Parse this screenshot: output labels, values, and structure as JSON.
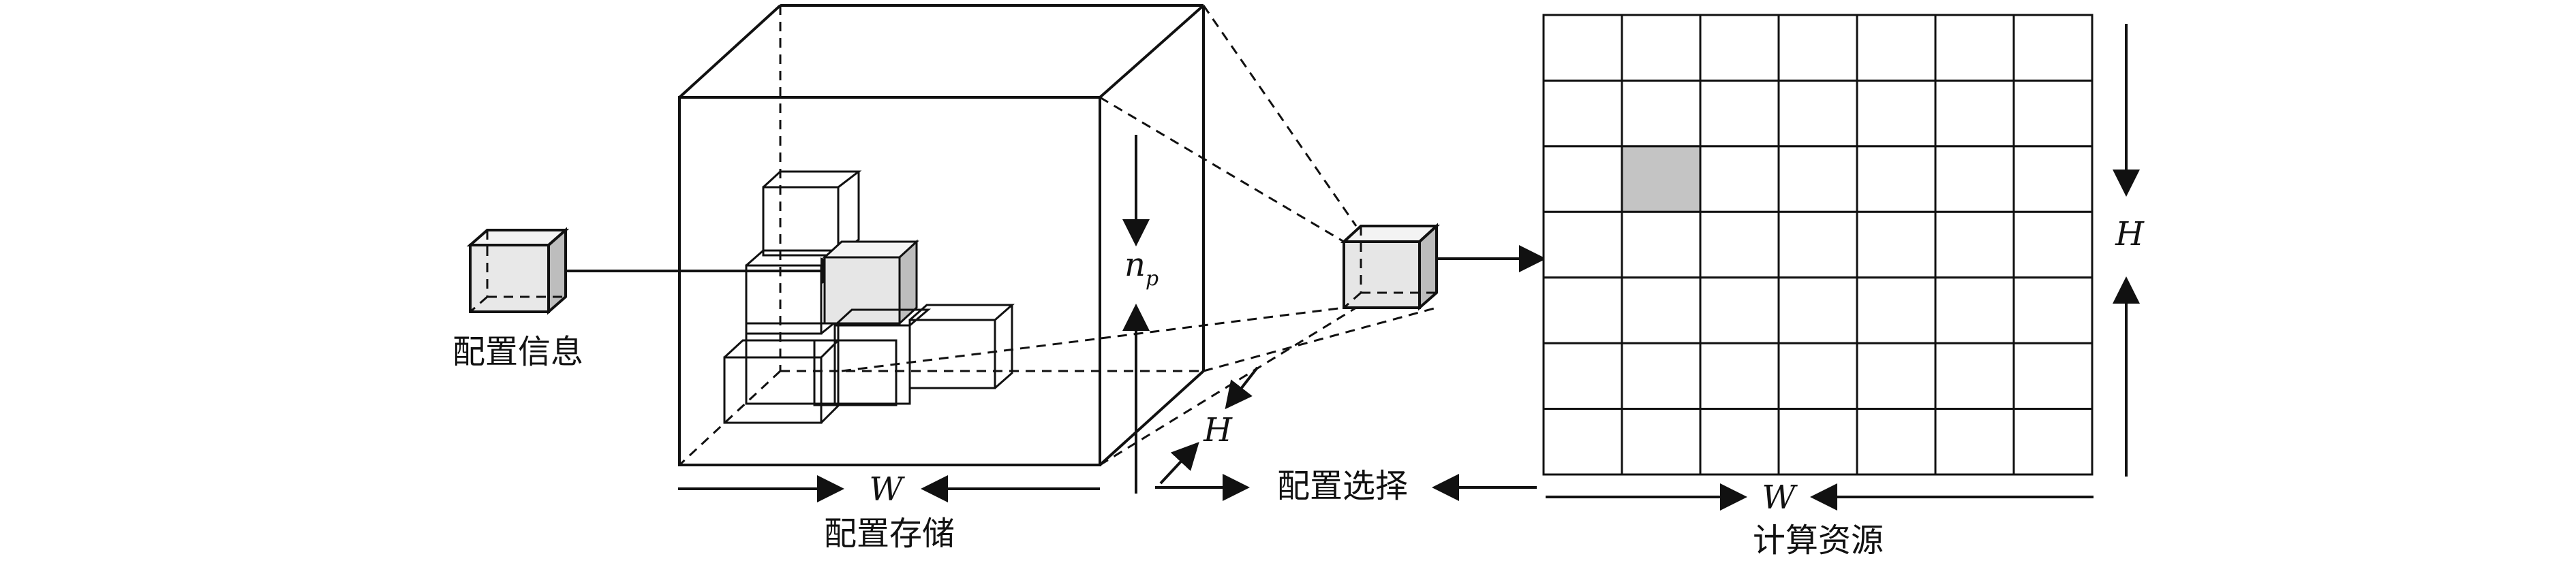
{
  "labels": {
    "config_info": "配置信息",
    "config_storage": "配置存储",
    "config_select": "配置选择",
    "compute_resource": "计算资源",
    "w_left": "W",
    "w_right": "W",
    "h_middle": "H",
    "h_right": "H",
    "n_p_base": "n",
    "n_p_sub": "p"
  },
  "grid": {
    "rows": 7,
    "cols": 7,
    "highlight": {
      "row": 2,
      "col": 1
    }
  },
  "colors": {
    "cube_face": "#e6e6e6",
    "cube_side": "#bdbdbd",
    "cell_highlight": "#c4c4c4",
    "stroke": "#111111"
  }
}
